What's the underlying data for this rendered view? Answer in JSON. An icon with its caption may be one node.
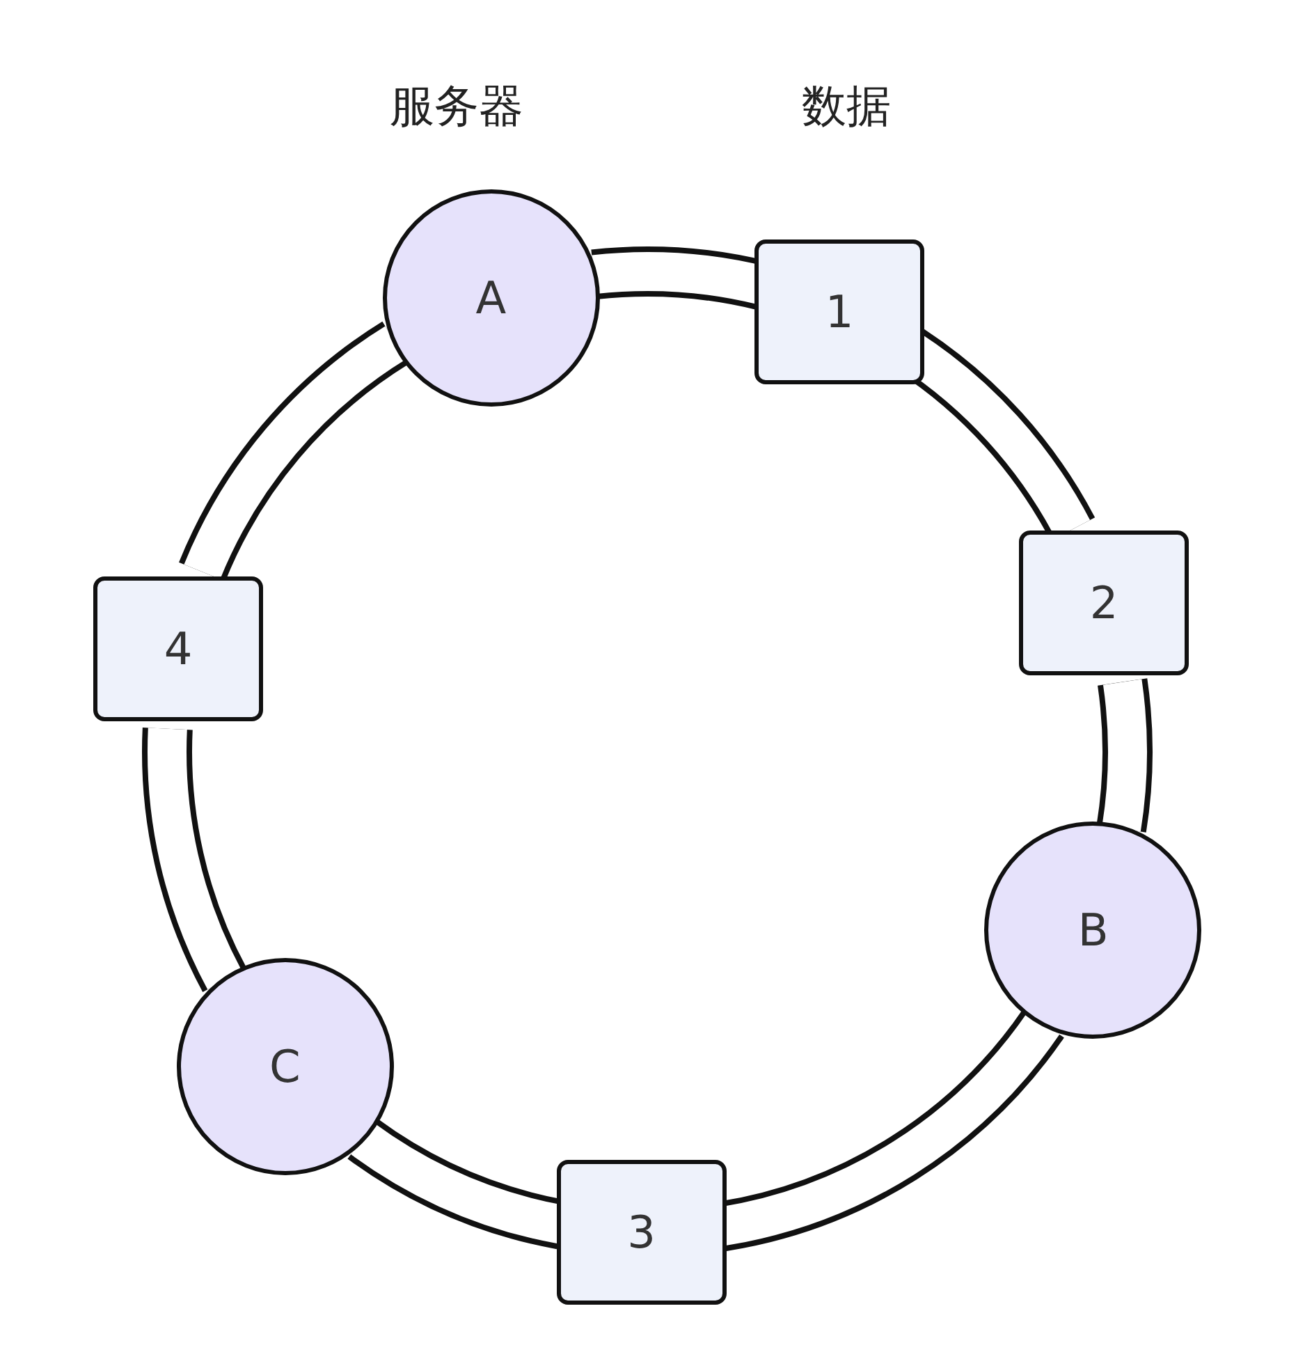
{
  "diagram": {
    "nodes": [
      {
        "text": [
          "A"
        ]
      },
      {
        "text": [
          "1"
        ]
      },
      {
        "text": [
          "2"
        ]
      },
      {
        "text": [
          "B"
        ]
      },
      {
        "text": [
          "3"
        ]
      },
      {
        "text": [
          "C"
        ]
      },
      {
        "text": [
          "4"
        ]
      }
    ],
    "edges": [
      {
        "from": 0,
        "to": 1,
        "arrow": "none"
      },
      {
        "from": 1,
        "to": 2,
        "arrow": "none"
      },
      {
        "from": 2,
        "to": 3,
        "arrow": "none"
      },
      {
        "from": 3,
        "to": 4,
        "arrow": "none"
      },
      {
        "from": 4,
        "to": 5,
        "arrow": "none"
      },
      {
        "from": 5,
        "to": 6,
        "arrow": "none"
      },
      {
        "from": 6,
        "to": 0,
        "arrow": "none"
      }
    ],
    "labels": [
      "服务器",
      "数据"
    ]
  }
}
